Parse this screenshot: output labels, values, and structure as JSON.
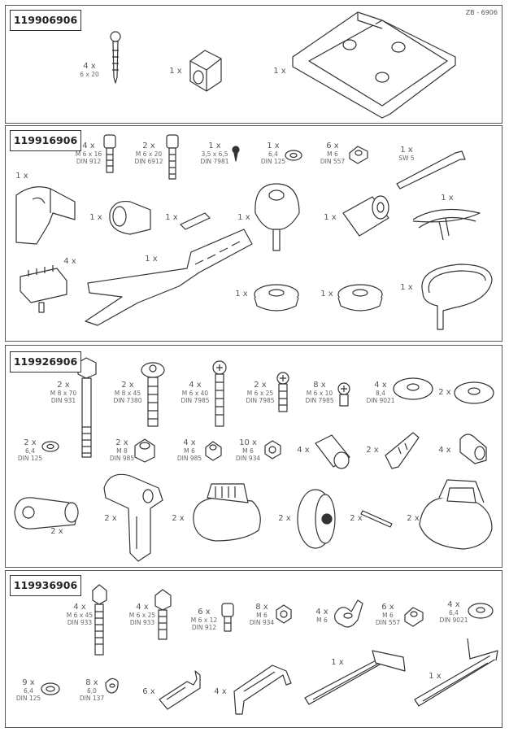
{
  "reference": "ZB - 6906",
  "sections": [
    {
      "part_number": "119906906",
      "items": [
        {
          "qty": "4 x",
          "spec": "6 x 20",
          "icon": "tapping-screw-icon"
        },
        {
          "qty": "1 x",
          "icon": "square-nut-block-icon"
        },
        {
          "qty": "1 x",
          "icon": "mounting-bracket-icon"
        }
      ]
    },
    {
      "part_number": "119916906",
      "items": [
        {
          "qty": "4 x",
          "spec": "M 6 x 16",
          "din": "DIN 912",
          "icon": "socket-bolt-icon"
        },
        {
          "qty": "2 x",
          "spec": "M 6 x 20",
          "din": "DIN 6912",
          "icon": "socket-bolt-icon"
        },
        {
          "qty": "1 x",
          "spec": "3,5 x 6,5",
          "din": "DIN 7981",
          "icon": "small-screw-icon"
        },
        {
          "qty": "1 x",
          "spec": "6,4",
          "din": "DIN 125",
          "icon": "washer-icon"
        },
        {
          "qty": "6 x",
          "spec": "M 6",
          "din": "DIN 557",
          "icon": "square-nut-icon"
        },
        {
          "qty": "1 x",
          "spec": "SW 5",
          "icon": "hex-key-icon"
        },
        {
          "qty": "1 x",
          "icon": "clamp-icon"
        },
        {
          "qty": "1 x",
          "icon": "adapter-icon"
        },
        {
          "qty": "1 x",
          "icon": "pin-icon"
        },
        {
          "qty": "1 x",
          "icon": "knob-icon"
        },
        {
          "qty": "1 x",
          "icon": "sleeve-icon"
        },
        {
          "qty": "1 x",
          "icon": "cord-icon"
        },
        {
          "qty": "4 x",
          "icon": "comb-holder-icon"
        },
        {
          "qty": "1 x",
          "icon": "tension-lever-icon"
        },
        {
          "qty": "1 x",
          "icon": "ring-icon"
        },
        {
          "qty": "1 x",
          "icon": "ring-icon"
        },
        {
          "qty": "1 x",
          "icon": "strap-icon"
        }
      ]
    },
    {
      "part_number": "119926906",
      "items": [
        {
          "qty": "2 x",
          "spec": "M 8 x 70",
          "din": "DIN 931",
          "icon": "hex-bolt-icon"
        },
        {
          "qty": "2 x",
          "spec": "M 8 x 45",
          "din": "DIN 7380",
          "icon": "button-bolt-icon"
        },
        {
          "qty": "4 x",
          "spec": "M 6 x 40",
          "din": "DIN 7985",
          "icon": "phillips-screw-icon"
        },
        {
          "qty": "2 x",
          "spec": "M 6 x 25",
          "din": "DIN 7985",
          "icon": "phillips-screw-icon"
        },
        {
          "qty": "8 x",
          "spec": "M 6 x 10",
          "din": "DIN 7985",
          "icon": "phillips-screw-icon"
        },
        {
          "qty": "4 x",
          "spec": "8,4",
          "din": "DIN 9021",
          "icon": "washer-icon"
        },
        {
          "qty": "2 x",
          "icon": "washer-icon"
        },
        {
          "qty": "2 x",
          "spec": "6,4",
          "din": "DIN 125",
          "icon": "washer-icon"
        },
        {
          "qty": "2 x",
          "spec": "M 8",
          "din": "DIN 985",
          "icon": "lock-nut-icon"
        },
        {
          "qty": "4 x",
          "spec": "M 6",
          "din": "DIN 985",
          "icon": "lock-nut-icon"
        },
        {
          "qty": "10 x",
          "spec": "M 6",
          "din": "DIN 934",
          "icon": "hex-nut-icon"
        },
        {
          "qty": "4 x",
          "icon": "sleeve-icon"
        },
        {
          "qty": "2 x",
          "icon": "clip-icon"
        },
        {
          "qty": "4 x",
          "icon": "cable-holder-icon"
        },
        {
          "qty": "2 x",
          "icon": "arm-icon"
        },
        {
          "qty": "2 x",
          "icon": "lever-arm-icon"
        },
        {
          "qty": "2 x",
          "icon": "foot-icon"
        },
        {
          "qty": "2 x",
          "icon": "wheel-icon"
        },
        {
          "qty": "2 x",
          "icon": "pin-icon"
        },
        {
          "qty": "2 x",
          "icon": "foot-holder-icon"
        }
      ]
    },
    {
      "part_number": "119936906",
      "items": [
        {
          "qty": "4 x",
          "spec": "M 6 x 45",
          "din": "DIN 933",
          "icon": "hex-bolt-icon"
        },
        {
          "qty": "4 x",
          "spec": "M 6 x 25",
          "din": "DIN 933",
          "icon": "hex-bolt-icon"
        },
        {
          "qty": "6 x",
          "spec": "M 6 x 12",
          "din": "DIN 912",
          "icon": "socket-bolt-icon"
        },
        {
          "qty": "8 x",
          "spec": "M 6",
          "din": "DIN 934",
          "icon": "hex-nut-icon"
        },
        {
          "qty": "4 x",
          "spec": "M 6",
          "icon": "wing-nut-icon"
        },
        {
          "qty": "6 x",
          "spec": "M 6",
          "din": "DIN 557",
          "icon": "square-nut-icon"
        },
        {
          "qty": "4 x",
          "spec": "6,4",
          "din": "DIN 9021",
          "icon": "washer-icon"
        },
        {
          "qty": "9 x",
          "spec": "6,4",
          "din": "DIN 125",
          "icon": "washer-icon"
        },
        {
          "qty": "8 x",
          "spec": "6,0",
          "din": "DIN 137",
          "icon": "spring-washer-icon"
        },
        {
          "qty": "6 x",
          "icon": "slotted-angle-icon"
        },
        {
          "qty": "4 x",
          "icon": "slotted-bridge-icon"
        },
        {
          "qty": "1 x",
          "icon": "long-slotted-bracket-icon"
        },
        {
          "qty": "1 x",
          "icon": "long-slotted-bracket-icon"
        }
      ]
    }
  ]
}
